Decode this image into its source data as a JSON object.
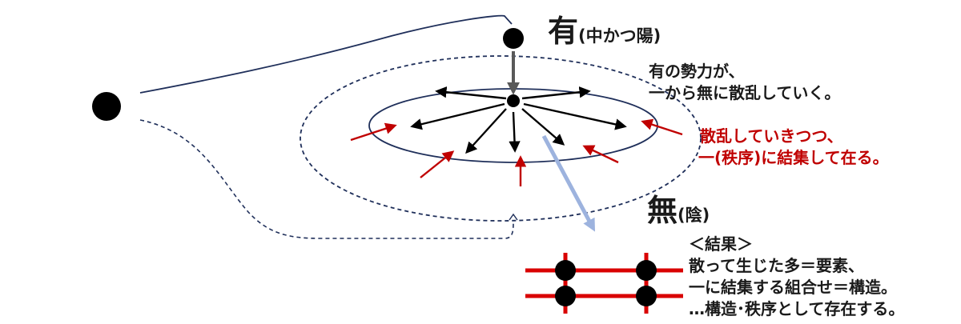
{
  "labels": {
    "yu_main": "有",
    "yu_paren": "(中かつ陽)",
    "mu_main": "無",
    "mu_paren": "(陰)"
  },
  "annotations": {
    "scatter_line1": "有の勢力が、",
    "scatter_line2": "一から無に散乱していく。",
    "red_line1": "散乱していきつつ、",
    "red_line2": "一(秩序)に結集して在る。"
  },
  "result": {
    "heading": "＜結果＞",
    "line1": "散って生じた多＝要素、",
    "line2": "一に結集する組合せ＝構造。",
    "line3": "…構造･秩序として存在する。"
  },
  "colors": {
    "node": "#000000",
    "ellipse": "#1f2f5a",
    "dashed": "#1f2f5a",
    "red": "#c00000",
    "grid_red": "#d90000",
    "gray_arrow": "#595959",
    "blue_arrow": "#9db3de"
  }
}
